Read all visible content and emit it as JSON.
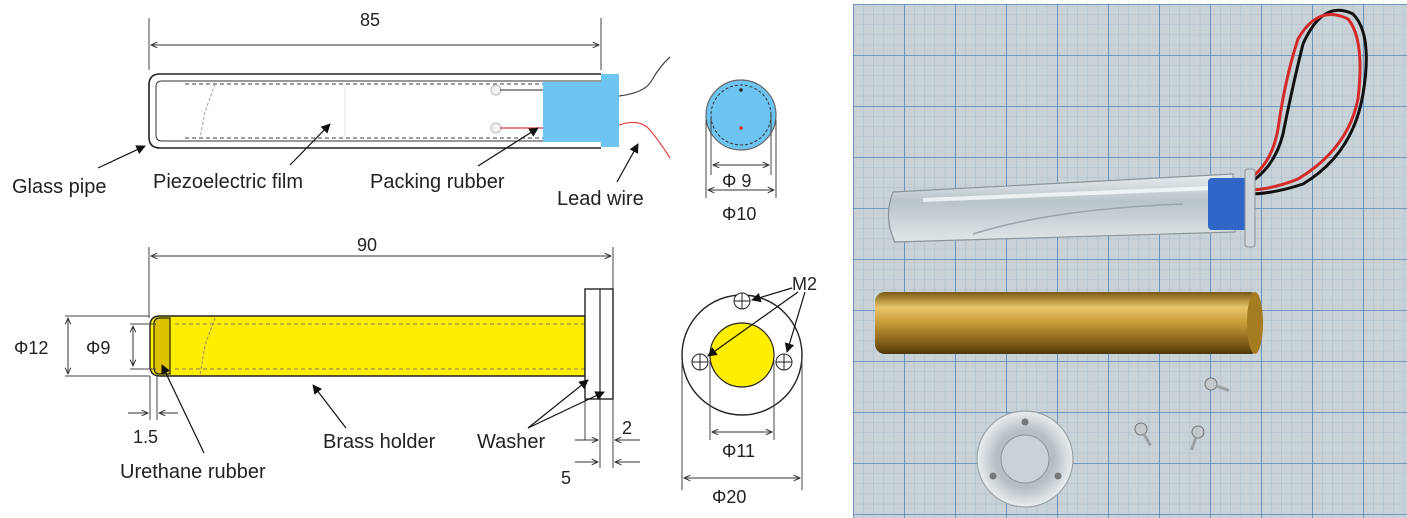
{
  "top_drawing": {
    "length_dim": "85",
    "labels": {
      "glass_pipe": "Glass pipe",
      "piezo_film": "Piezoelectric film",
      "packing_rubber": "Packing  rubber",
      "lead_wire": "Lead  wire"
    },
    "end_view": {
      "inner_dia": "Φ 9",
      "outer_dia": "Φ10"
    }
  },
  "bottom_drawing": {
    "length_dim": "90",
    "dia_outer": "Φ12",
    "dia_inner": "Φ9",
    "dim_1_5": "1.5",
    "dim_2": "2",
    "dim_5": "5",
    "labels": {
      "urethane": "Urethane  rubber",
      "brass_holder": "Brass holder",
      "washer": "Washer"
    },
    "end_view": {
      "screw_label": "M2",
      "inner_dia": "Φ11",
      "outer_dia": "Φ20"
    }
  },
  "colors": {
    "packing_blue": "#6ec4f0",
    "brass_yellow": "#ffee00",
    "photo_bg": "#c9d2d6",
    "grid_line": "#4f86b8"
  },
  "photo": {
    "objects": [
      "sensor-assembly",
      "brass-tube",
      "washer-ring",
      "m2-screws",
      "lead-wires"
    ]
  }
}
